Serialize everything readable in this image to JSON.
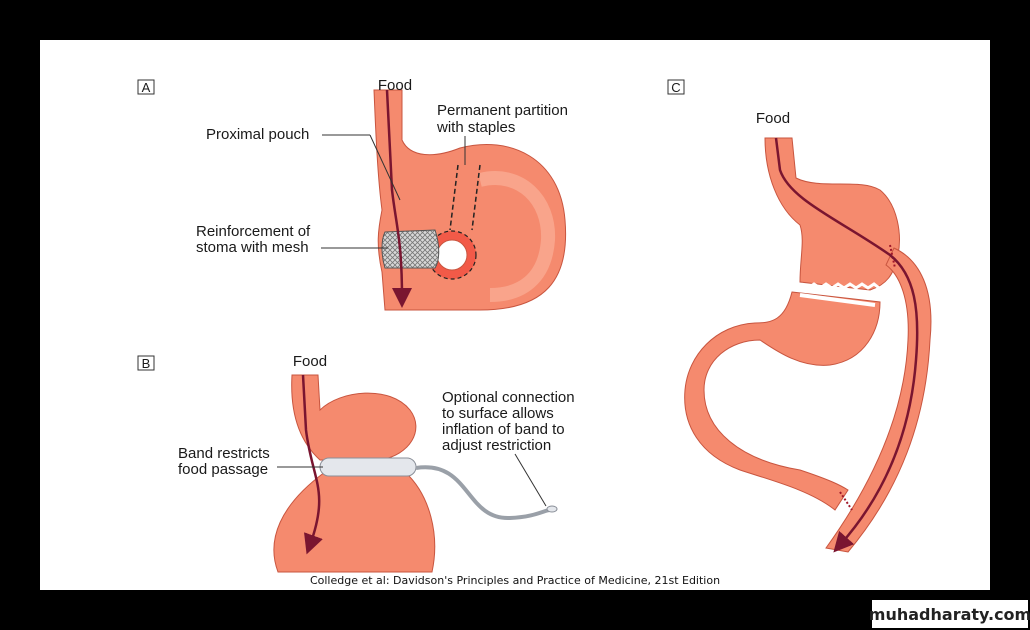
{
  "panels": {
    "a": {
      "letter": "A",
      "food": "Food",
      "proximal_pouch": "Proximal pouch",
      "partition_line1": "Permanent partition",
      "partition_line2": "with staples",
      "mesh_line1": "Reinforcement of",
      "mesh_line2": "stoma with mesh"
    },
    "b": {
      "letter": "B",
      "food": "Food",
      "band_line1": "Band restricts",
      "band_line2": "food passage",
      "optional_line1": "Optional connection",
      "optional_line2": "to surface allows",
      "optional_line3": "inflation of band to",
      "optional_line4": "adjust restriction"
    },
    "c": {
      "letter": "C",
      "food": "Food"
    }
  },
  "caption": "Colledge et al: Davidson's Principles and Practice of Medicine, 21st Edition",
  "watermark": "muhadharaty.com",
  "colors": {
    "stomach_fill": "#f58a6e",
    "stomach_highlight": "#fbb59f",
    "food_path": "#7a1530",
    "staple_line": "#a0182a",
    "band": "#e4e7ec",
    "background": "#000000",
    "slide": "#ffffff"
  }
}
